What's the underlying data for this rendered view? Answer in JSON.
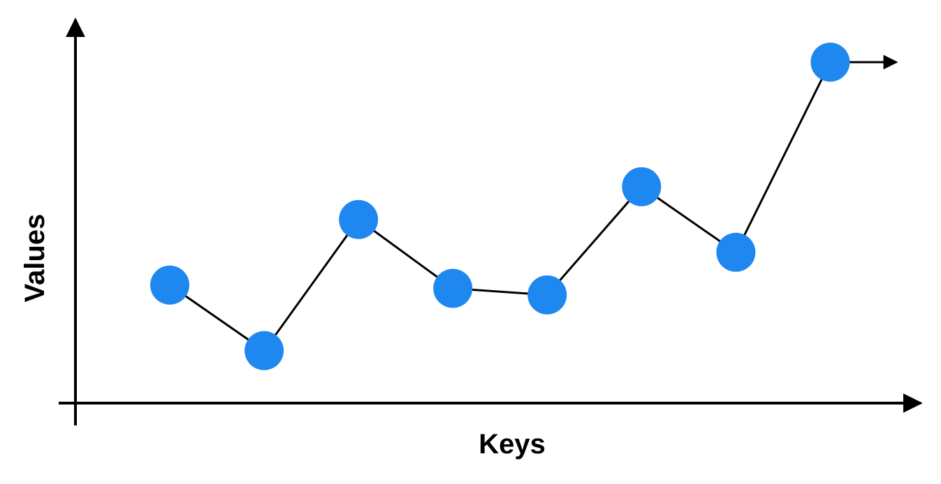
{
  "chart_data": {
    "type": "line",
    "xlabel": "Keys",
    "ylabel": "Values",
    "x": [
      1,
      2,
      3,
      4,
      5,
      6,
      7,
      8
    ],
    "series": [
      {
        "values": [
          36,
          16,
          56,
          35,
          33,
          66,
          46,
          104
        ],
        "continues": true
      }
    ],
    "xlim": [
      0,
      8.9
    ],
    "ylim": [
      0,
      117
    ],
    "grid": false,
    "legend": "none",
    "colors": {
      "marker": "#1E88F0",
      "line": "#000000",
      "axis": "#000000"
    }
  }
}
